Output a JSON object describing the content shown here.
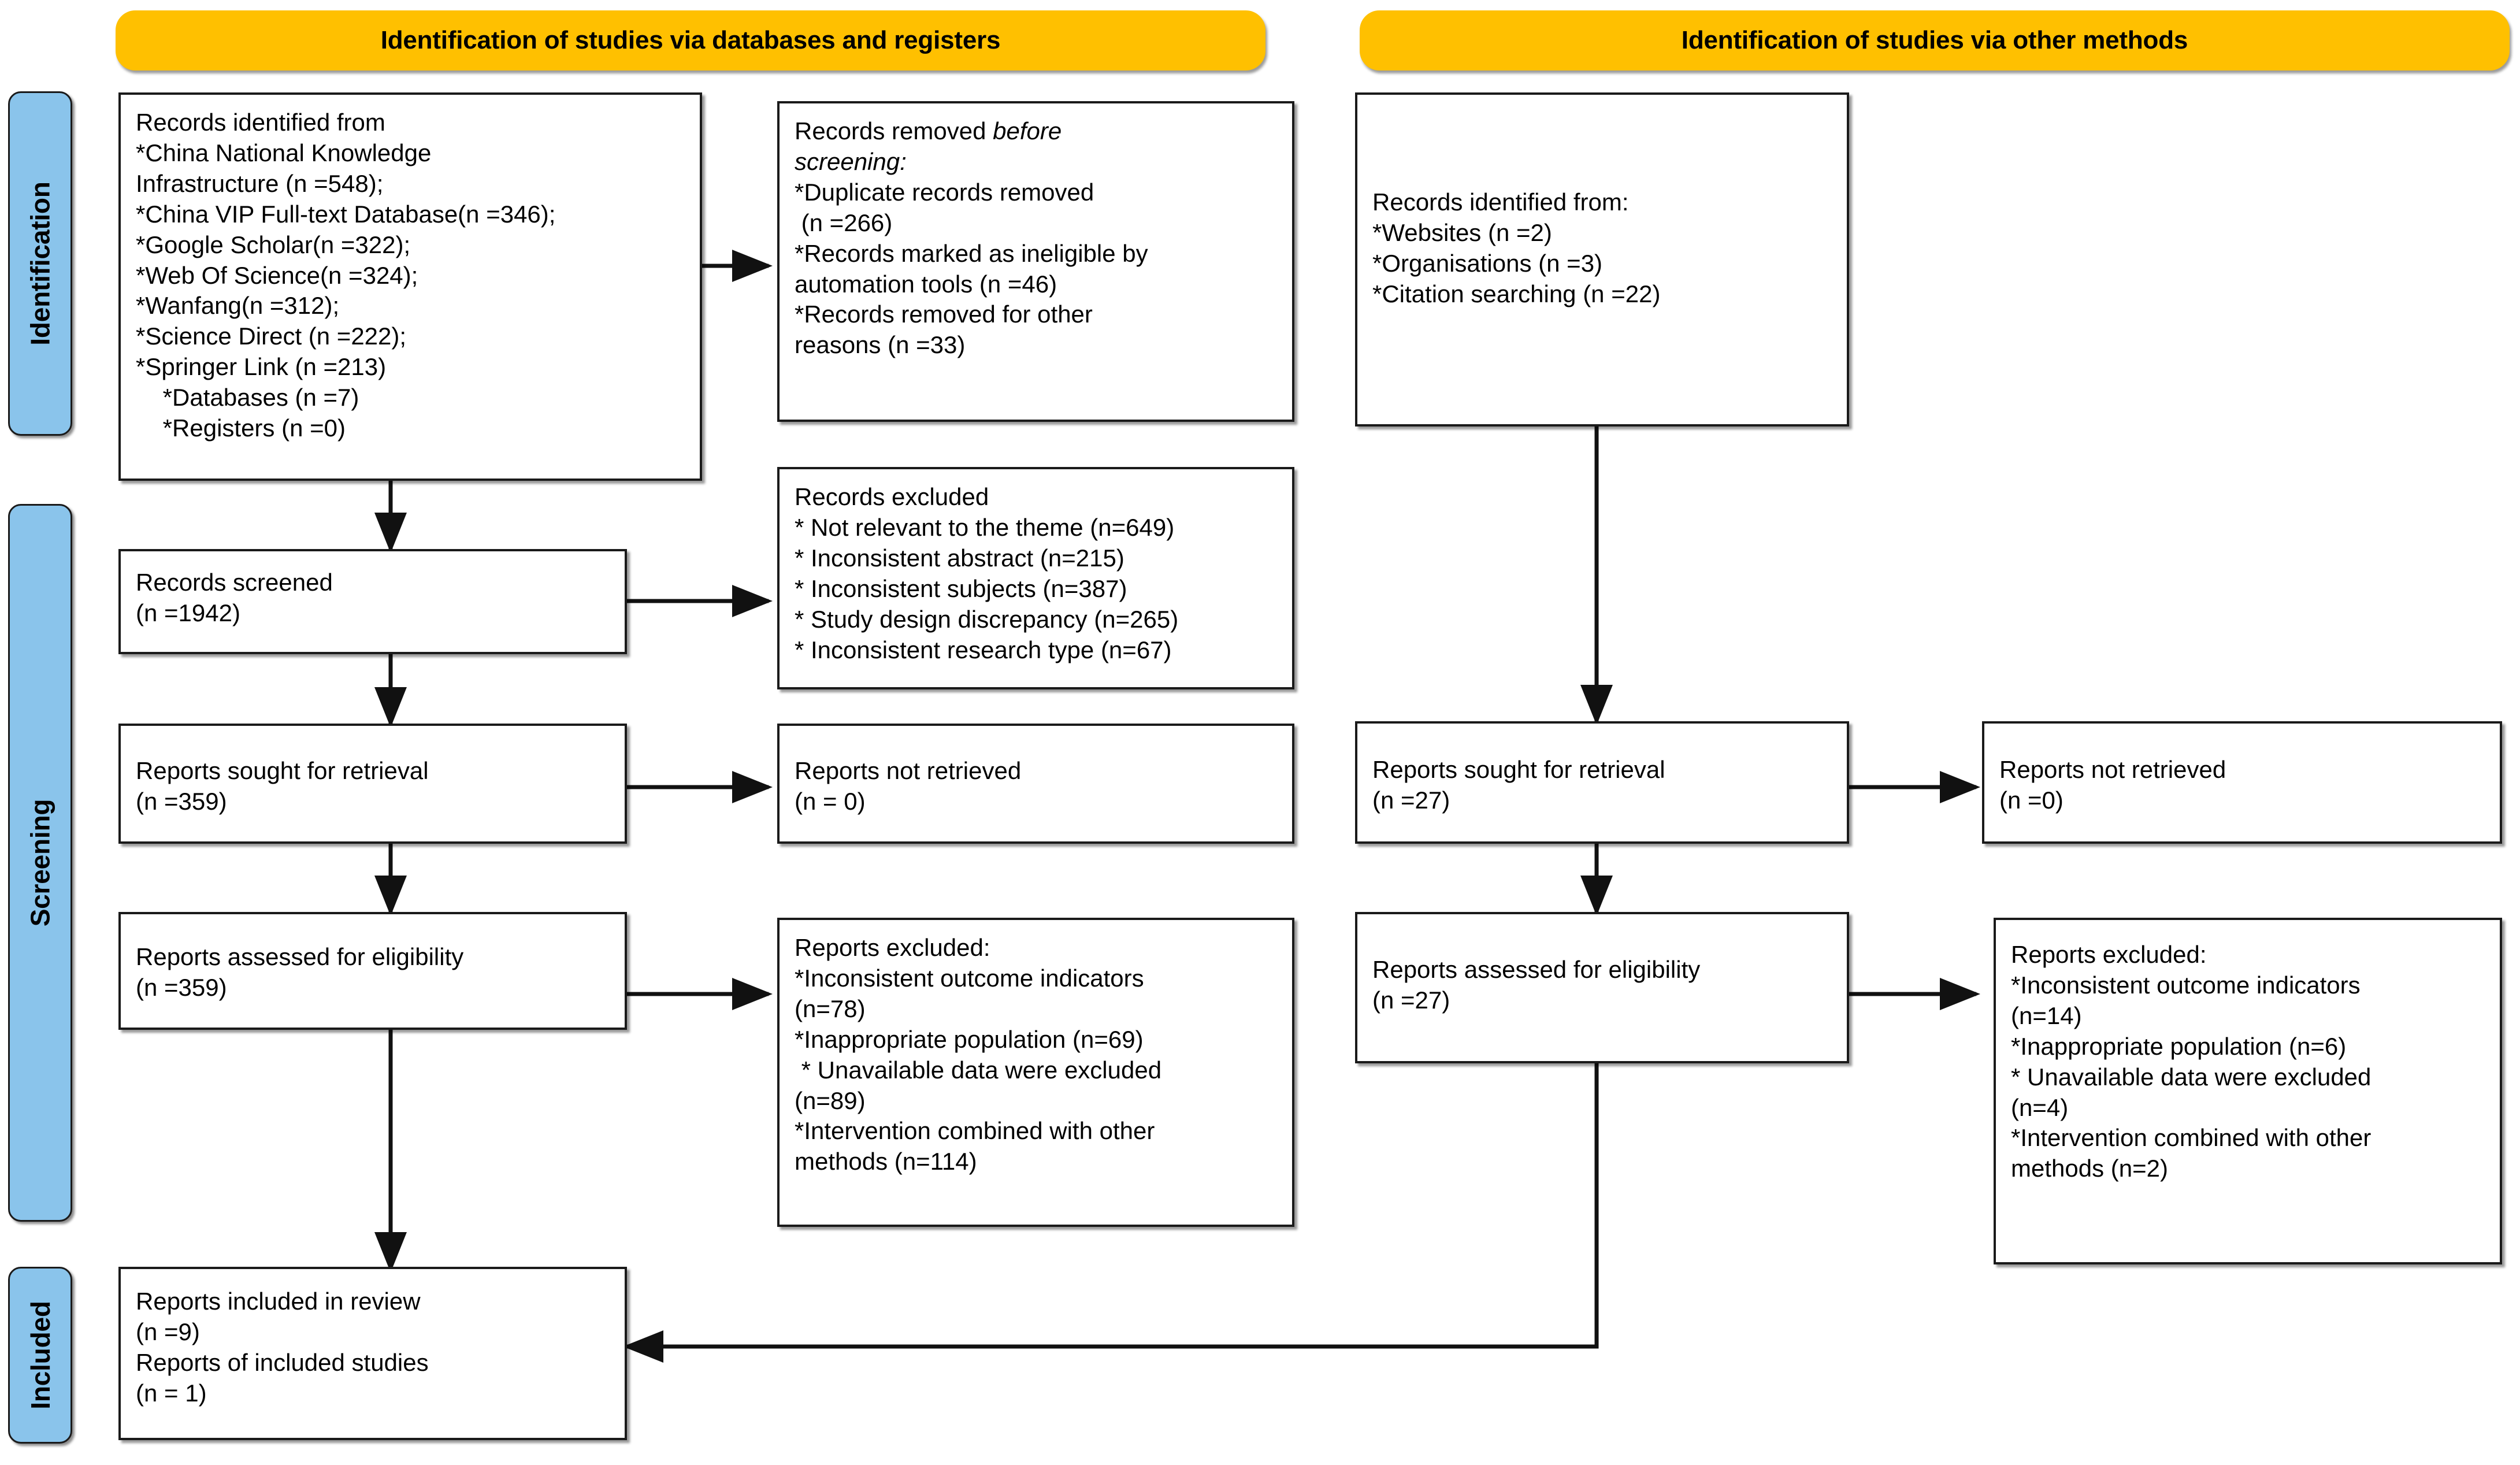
{
  "colors": {
    "banner": "#FFC000",
    "stage_label": "#8AC4EB",
    "box_border": "#1a1a1a",
    "background": "#ffffff"
  },
  "banners": [
    {
      "id": "databases",
      "label": "Identification of studies via databases and registers"
    },
    {
      "id": "other",
      "label": "Identification of studies via other methods"
    }
  ],
  "stage_labels": [
    {
      "id": "identification",
      "label": "Identification"
    },
    {
      "id": "screening",
      "label": "Screening"
    },
    {
      "id": "included",
      "label": "Included"
    }
  ],
  "boxes": {
    "records_identified_db": {
      "title": "Records identified from",
      "lines": [
        "Records identified from",
        "*China National Knowledge",
        "Infrastructure (n =548);",
        "*China VIP Full-text Database(n =346);",
        "*Google Scholar(n =322);",
        "*Web Of Science(n =324);",
        "*Wanfang(n =312);",
        "*Science Direct (n =222);",
        "*Springer Link (n =213)",
        "    *Databases (n =7)",
        "    *Registers (n =0)"
      ]
    },
    "records_removed": {
      "title": "Records removed before screening:",
      "lines": [
        {
          "text": "Records removed ",
          "style": "normal",
          "tail": "before",
          "tail_style": "italic"
        },
        {
          "text": "screening:",
          "style": "italic"
        },
        {
          "text": "*Duplicate records removed",
          "style": "normal"
        },
        {
          "text": " (n =266)",
          "style": "normal"
        },
        {
          "text": "*Records marked as ineligible by",
          "style": "normal"
        },
        {
          "text": "automation tools (n =46)",
          "style": "normal"
        },
        {
          "text": "*Records removed for other",
          "style": "normal"
        },
        {
          "text": "reasons (n =33)",
          "style": "normal"
        }
      ]
    },
    "records_identified_other": {
      "title": "Records identified from:",
      "lines": [
        "Records identified from:",
        "*Websites (n =2)",
        "*Organisations (n =3)",
        "*Citation searching (n =22)"
      ]
    },
    "records_screened": {
      "title": "Records screened",
      "lines": [
        "Records screened",
        "(n =1942)"
      ]
    },
    "records_excluded": {
      "title": "Records excluded",
      "lines": [
        "Records excluded",
        "* Not relevant to the theme (n=649)",
        "* Inconsistent abstract (n=215)",
        "* Inconsistent subjects (n=387)",
        "* Study design discrepancy (n=265)",
        "* Inconsistent research type (n=67)"
      ]
    },
    "reports_sought_db": {
      "title": "Reports sought for retrieval",
      "lines": [
        "Reports sought for retrieval",
        "(n =359)"
      ]
    },
    "reports_not_retrieved_db": {
      "title": "Reports not retrieved",
      "lines": [
        "Reports not retrieved",
        "(n = 0)"
      ]
    },
    "reports_sought_other": {
      "title": "Reports sought for retrieval",
      "lines": [
        "Reports sought for retrieval",
        "(n =27)"
      ]
    },
    "reports_not_retrieved_other": {
      "title": "Reports not retrieved",
      "lines": [
        "Reports not retrieved",
        "(n =0)"
      ]
    },
    "reports_assessed_db": {
      "title": "Reports assessed for eligibility",
      "lines": [
        "Reports assessed for eligibility",
        "(n =359)"
      ]
    },
    "reports_excluded_db": {
      "title": "Reports excluded:",
      "lines": [
        "Reports excluded:",
        "*Inconsistent outcome indicators",
        "(n=78)",
        "*Inappropriate population (n=69)",
        " * Unavailable data were excluded",
        "(n=89)",
        "*Intervention combined with other",
        "methods (n=114)"
      ]
    },
    "reports_assessed_other": {
      "title": "Reports assessed for eligibility",
      "lines": [
        "Reports assessed for eligibility",
        "(n =27)"
      ]
    },
    "reports_excluded_other": {
      "title": "Reports excluded:",
      "lines": [
        "Reports excluded:",
        "*Inconsistent outcome indicators",
        "(n=14)",
        "*Inappropriate population (n=6)",
        "* Unavailable data were excluded",
        "(n=4)",
        "*Intervention combined with other",
        "methods (n=2)"
      ]
    },
    "reports_included": {
      "title": "Reports included in review",
      "lines": [
        "Reports included in review",
        "(n =9)",
        "Reports of included studies",
        "(n = 1)"
      ]
    }
  }
}
